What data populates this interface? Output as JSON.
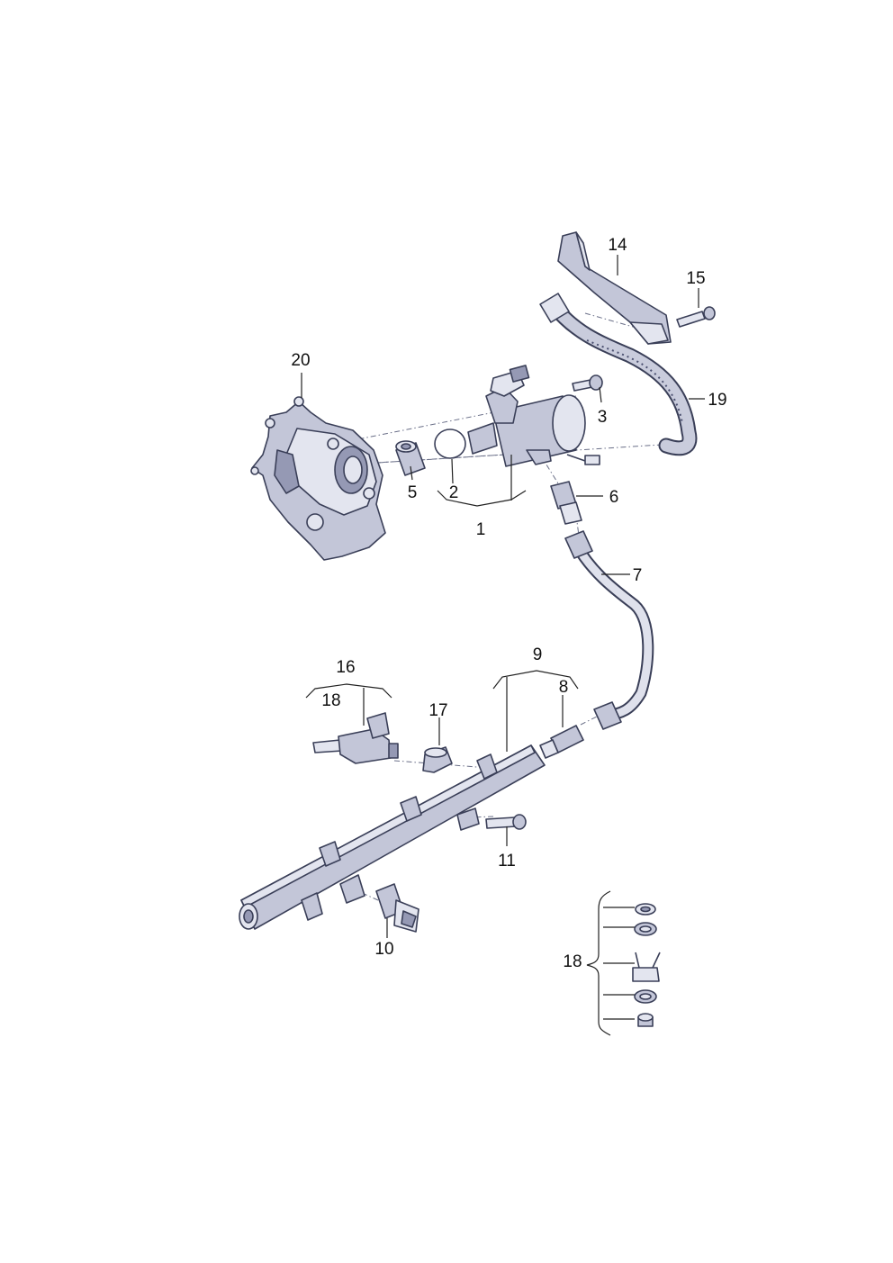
{
  "diagram": {
    "labels": {
      "p1": "1",
      "p2": "2",
      "p3": "3",
      "p5": "5",
      "p6": "6",
      "p7": "7",
      "p8": "8",
      "p9": "9",
      "p10": "10",
      "p11": "11",
      "p14": "14",
      "p15": "15",
      "p16": "16",
      "p17": "17",
      "p18a": "18",
      "p18b": "18",
      "p19": "19",
      "p20": "20"
    }
  }
}
